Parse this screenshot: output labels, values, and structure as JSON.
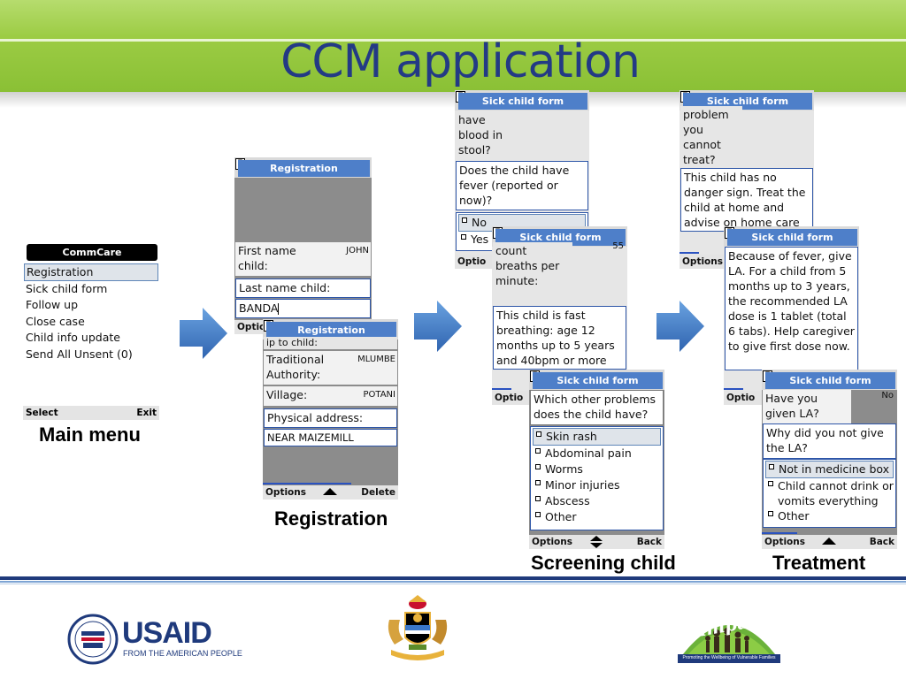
{
  "slide": {
    "title": "CCM application",
    "captions": {
      "main_menu": "Main menu",
      "registration": "Registration",
      "screening": "Screening child",
      "treatment": "Treatment"
    }
  },
  "menu": {
    "header": "CommCare",
    "items": [
      "Registration",
      "Sick child form",
      "Follow up",
      "Close case",
      "Child info update",
      "Send All Unsent (0)"
    ],
    "selected_index": 0,
    "softkeys": {
      "left": "Select",
      "right": "Exit"
    }
  },
  "reg1": {
    "badge": "E",
    "header": "Registration",
    "first_name_label": "First name child:",
    "first_name_value": "JOHN",
    "last_name_label": "Last name child:",
    "last_name_value": "BANDA",
    "soft_left": "Optio"
  },
  "reg2": {
    "badge": "E",
    "header": "Registration",
    "cut_text": "ip to child:",
    "ta_label": "Traditional Authority:",
    "ta_value": "MLUMBE",
    "village_label": "Village:",
    "village_value": "POTANI",
    "address_label": "Physical address:",
    "address_value": "NEAR MAIZEMILL",
    "soft_left": "Options",
    "soft_right": "Delete"
  },
  "scr1": {
    "badge": "E",
    "header": "Sick child form",
    "prev_q": "have blood in stool?",
    "question": "Does the child have fever (reported or now)?",
    "options": [
      "No",
      "Yes"
    ],
    "soft_left": "Optio"
  },
  "scr2": {
    "badge": "E",
    "header": "Sick child form",
    "prev_q": "count breaths per minute:",
    "prev_val": "55",
    "message": "This child is fast breathing: age 12 months up to 5 years and 40bpm or more",
    "soft_left": "Optio"
  },
  "scr3": {
    "badge": "E",
    "header": "Sick child form",
    "question": "Which other problems does the child have?",
    "options": [
      "Skin rash",
      "Abdominal pain",
      "Worms",
      "Minor injuries",
      "Abscess",
      "Other"
    ],
    "soft_left": "Options",
    "soft_right": "Back"
  },
  "trt1": {
    "badge": "E",
    "header": "Sick child form",
    "prev_q": "problem you cannot treat?",
    "message": "This child has no danger sign. Treat the child at home and advise on home care",
    "soft_left": "Options"
  },
  "trt2": {
    "badge": "E",
    "header": "Sick child form",
    "message": "Because of fever, give LA. For a child from 5 months up to 3 years, the recommended LA dose is 1 tablet (total 6 tabs). Help caregiver to give first dose now.",
    "soft_left": "Optio"
  },
  "trt3": {
    "badge": "E",
    "header": "Sick child form",
    "prev_q": "Have you given LA?",
    "prev_val": "No",
    "question": "Why did you not give the LA?",
    "options": [
      "Not in medicine box",
      "Child cannot drink or vomits everything",
      "Other"
    ],
    "soft_left": "Options",
    "soft_right": "Back"
  },
  "logos": {
    "usaid_word": "USAID",
    "usaid_tagline": "FROM THE AMERICAN PEOPLE",
    "impact_word": "impact",
    "impact_tagline": "Promoting the Wellbeing of Vulnerable Families"
  },
  "colors": {
    "title": "#233a85",
    "header_bar": "#4e7fc9",
    "arrow": "#3b78c6",
    "green": "#8ac035"
  }
}
